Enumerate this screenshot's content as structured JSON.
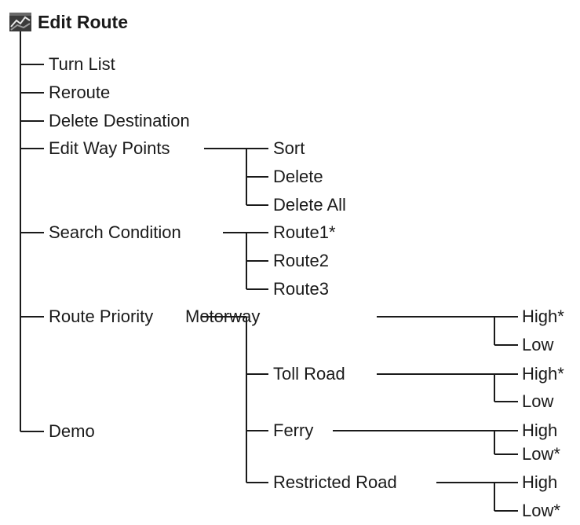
{
  "title": "Edit Route",
  "icon": "route-map-icon",
  "menu": {
    "turn_list": "Turn List",
    "reroute": "Reroute",
    "delete_destination": "Delete Destination",
    "edit_way_points": {
      "label": "Edit Way Points",
      "sort": "Sort",
      "delete": "Delete",
      "delete_all": "Delete All"
    },
    "search_condition": {
      "label": "Search Condition",
      "route1": "Route1*",
      "route2": "Route2",
      "route3": "Route3"
    },
    "route_priority": {
      "label": "Route Priority",
      "motorway": {
        "label": "Motorway",
        "high": "High*",
        "low": "Low"
      },
      "toll_road": {
        "label": "Toll Road",
        "high": "High*",
        "low": "Low"
      },
      "ferry": {
        "label": "Ferry",
        "high": "High",
        "low": "Low*"
      },
      "restricted_road": {
        "label": "Restricted Road",
        "high": "High",
        "low": "Low*"
      }
    },
    "demo": "Demo"
  }
}
